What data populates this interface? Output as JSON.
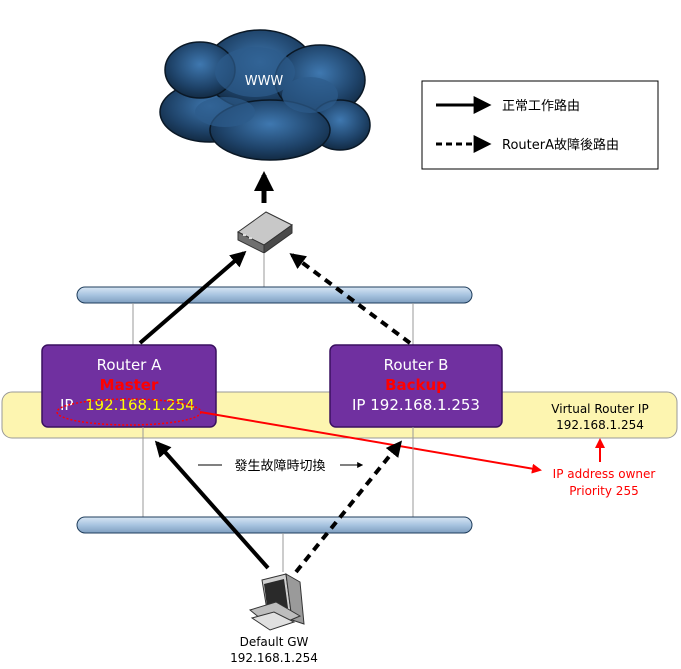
{
  "cloud": {
    "label": "WWW"
  },
  "legend": {
    "solid_label": "正常工作路由",
    "dashed_label": "RouterA故障後路由"
  },
  "router_a": {
    "name": "Router A",
    "role": "Master",
    "ip_prefix": "IP",
    "ip": "192.168.1.254"
  },
  "router_b": {
    "name": "Router B",
    "role": "Backup",
    "ip": "IP 192.168.1.253"
  },
  "virtual_router": {
    "title": "Virtual Router IP",
    "ip": "192.168.1.254"
  },
  "owner_note": {
    "line1": "IP address owner",
    "line2": "Priority 255"
  },
  "failover_label": "發生故障時切換",
  "client": {
    "line1": "Default GW",
    "line2": "192.168.1.254"
  },
  "colors": {
    "router_fill": "#7030a0",
    "vrip_band": "#fdf5b0",
    "bus_fill": "#a8c4e0",
    "accent_red": "#ff0000",
    "ip_yellow": "#ffff00"
  }
}
